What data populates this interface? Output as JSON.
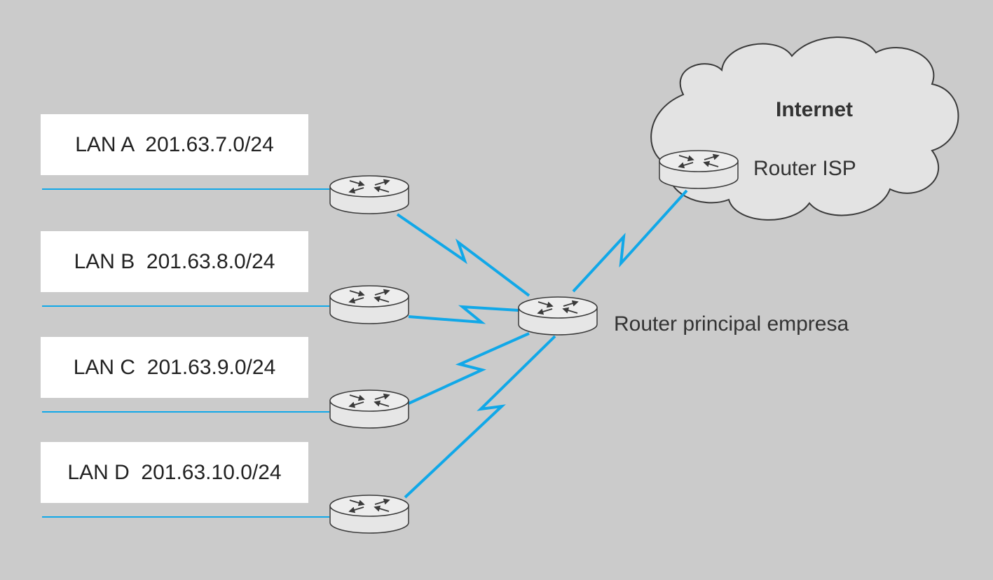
{
  "colors": {
    "background": "#cbcbcb",
    "link": "#11a8e8",
    "router_body": "#e6e6e6",
    "router_outline": "#3a3a3a",
    "cloud_fill": "#e3e3e3"
  },
  "lans": [
    {
      "name": "LAN A",
      "network": "201.63.7.0/24",
      "text": "LAN A  201.63.7.0/24"
    },
    {
      "name": "LAN B",
      "network": "201.63.8.0/24",
      "text": "LAN B  201.63.8.0/24"
    },
    {
      "name": "LAN C",
      "network": "201.63.9.0/24",
      "text": "LAN C  201.63.9.0/24"
    },
    {
      "name": "LAN D",
      "network": "201.63.10.0/24",
      "text": "LAN D  201.63.10.0/24"
    }
  ],
  "main_router": {
    "label": "Router principal empresa"
  },
  "isp": {
    "cloud_label": "Internet",
    "router_label": "Router ISP"
  },
  "icons": {
    "router": "router-icon",
    "cloud": "cloud-icon",
    "wan_link": "serial-link-icon"
  }
}
